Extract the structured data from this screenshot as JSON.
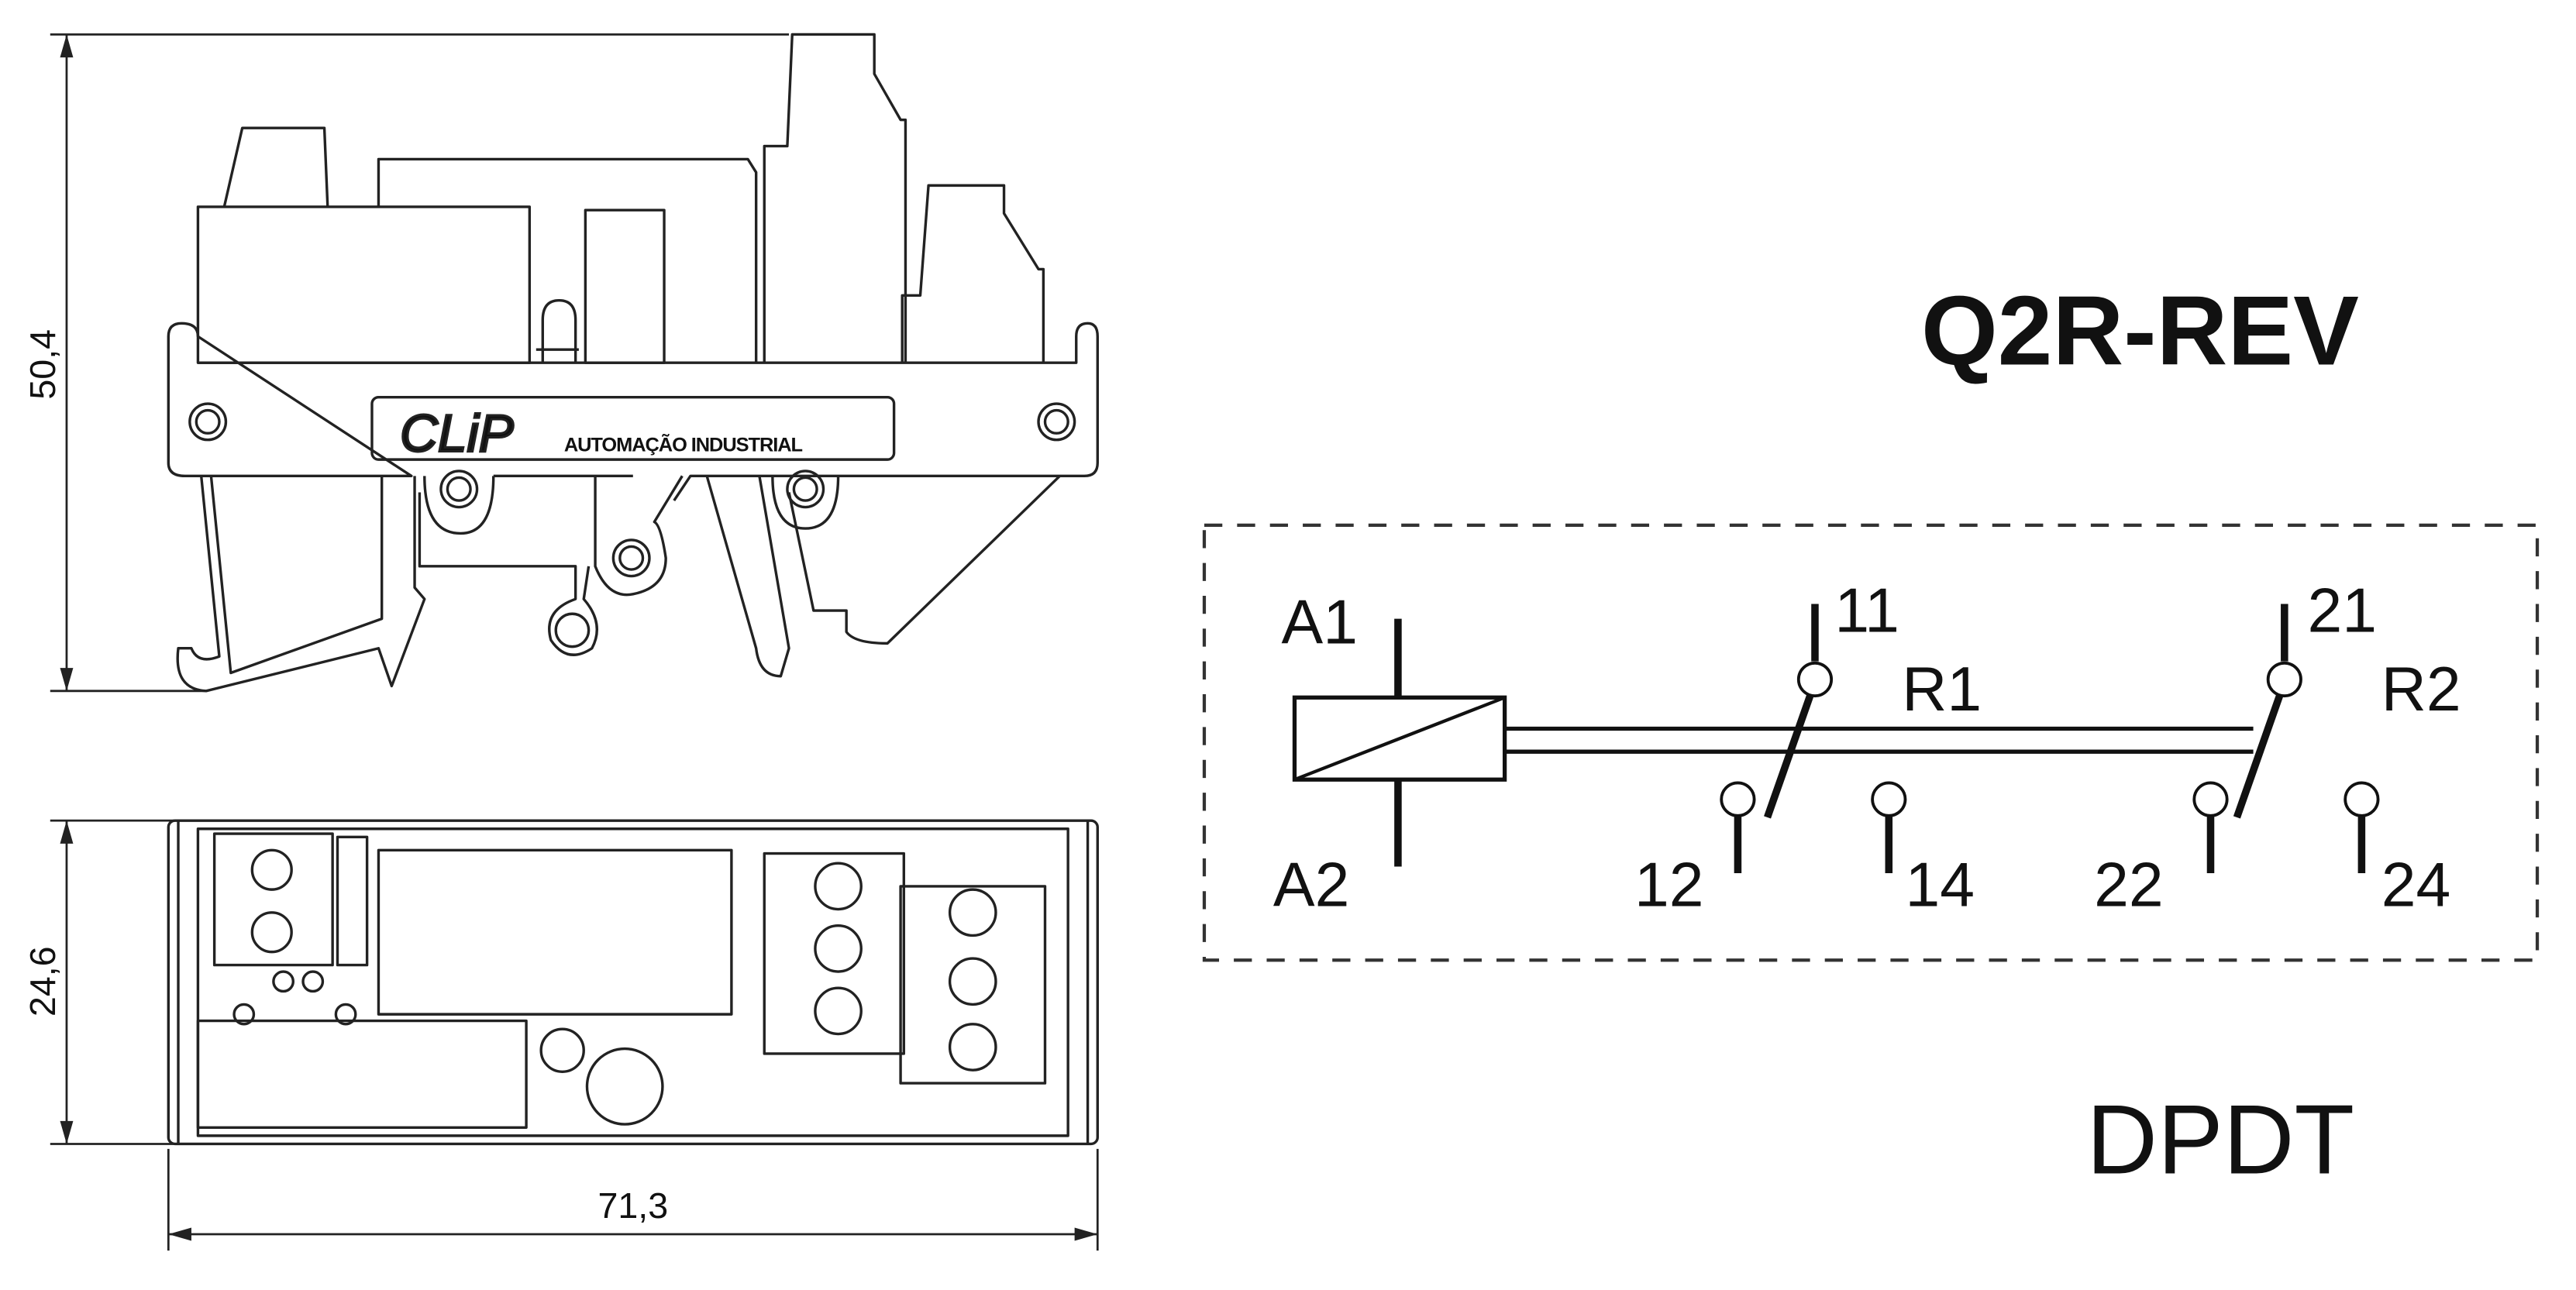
{
  "dimensions": {
    "height": "50,4",
    "depth": "24,6",
    "width": "71,3"
  },
  "brand": {
    "logo": "CLiP",
    "tagline": "AUTOMAÇÃO INDUSTRIAL"
  },
  "schematic": {
    "title": "Q2R-REV",
    "type": "DPDT",
    "coil": {
      "top": "A1",
      "bottom": "A2"
    },
    "relays": [
      {
        "name": "R1",
        "common": "11",
        "nc": "12",
        "no": "14"
      },
      {
        "name": "R2",
        "common": "21",
        "nc": "22",
        "no": "24"
      }
    ]
  }
}
